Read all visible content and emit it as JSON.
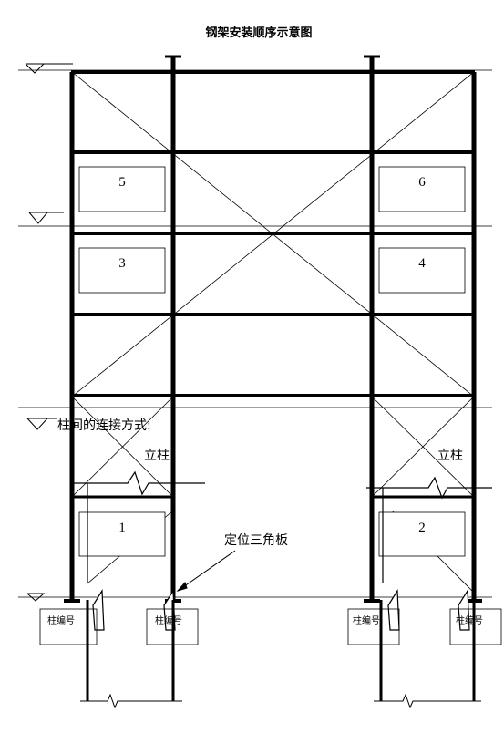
{
  "title": "钢架安装顺序示意图",
  "panels": [
    "5",
    "6",
    "3",
    "4",
    "1",
    "2"
  ],
  "connection_label": "柱间的连接方式:",
  "column_label_left": "立柱",
  "column_label_right": "立柱",
  "plate_label": "定位三角板",
  "base_labels": [
    "柱编号",
    "柱编号",
    "柱编号",
    "柱编号"
  ]
}
